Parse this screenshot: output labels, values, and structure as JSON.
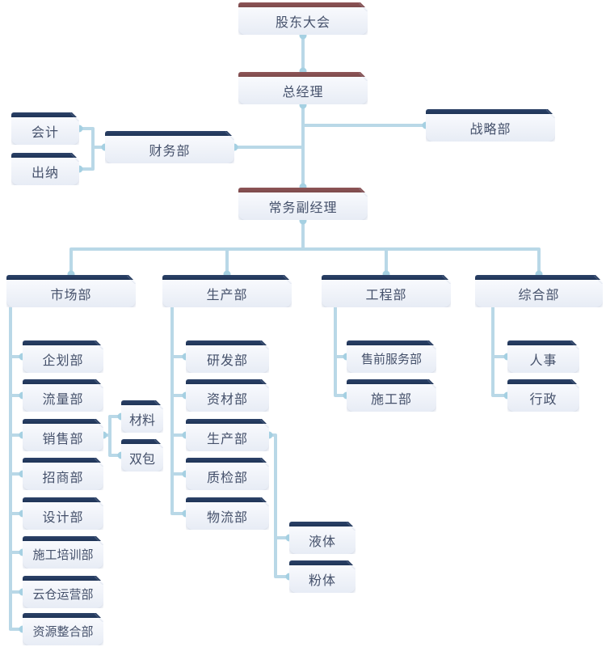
{
  "nodes": {
    "shareholders_meeting": "股东大会",
    "general_manager": "总经理",
    "accountant": "会计",
    "cashier": "出纳",
    "finance_dept": "财务部",
    "strategy_dept": "战略部",
    "executive_deputy_manager": "常务副经理",
    "marketing_dept": "市场部",
    "production_dept": "生产部",
    "engineering_dept": "工程部",
    "general_dept": "综合部",
    "planning_dept": "企划部",
    "traffic_dept": "流量部",
    "sales_dept": "销售部",
    "merchants_dept": "招商部",
    "design_dept": "设计部",
    "construction_training_dept": "施工培训部",
    "cloud_warehouse_operation_dept": "云仓运营部",
    "resource_integration_dept": "资源整合部",
    "materials": "材料",
    "double_contract": "双包",
    "rnd_dept": "研发部",
    "supplies_dept": "资材部",
    "production_sub_dept": "生产部",
    "quality_inspection_dept": "质检部",
    "logistics_dept": "物流部",
    "liquid": "液体",
    "powder": "粉体",
    "presales_service_dept": "售前服务部",
    "construction_dept": "施工部",
    "hr": "人事",
    "administration": "行政"
  },
  "edges": [
    [
      "shareholders_meeting",
      "general_manager"
    ],
    [
      "general_manager",
      "finance_dept"
    ],
    [
      "general_manager",
      "strategy_dept"
    ],
    [
      "general_manager",
      "executive_deputy_manager"
    ],
    [
      "finance_dept",
      "accountant"
    ],
    [
      "finance_dept",
      "cashier"
    ],
    [
      "executive_deputy_manager",
      "marketing_dept"
    ],
    [
      "executive_deputy_manager",
      "production_dept"
    ],
    [
      "executive_deputy_manager",
      "engineering_dept"
    ],
    [
      "executive_deputy_manager",
      "general_dept"
    ],
    [
      "marketing_dept",
      "planning_dept"
    ],
    [
      "marketing_dept",
      "traffic_dept"
    ],
    [
      "marketing_dept",
      "sales_dept"
    ],
    [
      "marketing_dept",
      "merchants_dept"
    ],
    [
      "marketing_dept",
      "design_dept"
    ],
    [
      "marketing_dept",
      "construction_training_dept"
    ],
    [
      "marketing_dept",
      "cloud_warehouse_operation_dept"
    ],
    [
      "marketing_dept",
      "resource_integration_dept"
    ],
    [
      "sales_dept",
      "materials"
    ],
    [
      "sales_dept",
      "double_contract"
    ],
    [
      "production_dept",
      "rnd_dept"
    ],
    [
      "production_dept",
      "supplies_dept"
    ],
    [
      "production_dept",
      "production_sub_dept"
    ],
    [
      "production_dept",
      "quality_inspection_dept"
    ],
    [
      "production_dept",
      "logistics_dept"
    ],
    [
      "production_sub_dept",
      "liquid"
    ],
    [
      "production_sub_dept",
      "powder"
    ],
    [
      "engineering_dept",
      "presales_service_dept"
    ],
    [
      "engineering_dept",
      "construction_dept"
    ],
    [
      "general_dept",
      "hr"
    ],
    [
      "general_dept",
      "administration"
    ]
  ],
  "colors": {
    "executive_bar": "#7d4a4b",
    "department_bar": "#1f3457",
    "connector": "#b9d8e7",
    "connector_dot": "#a5d0e2",
    "node_text": "#45516b",
    "canvas_bg": "#ffffff"
  }
}
